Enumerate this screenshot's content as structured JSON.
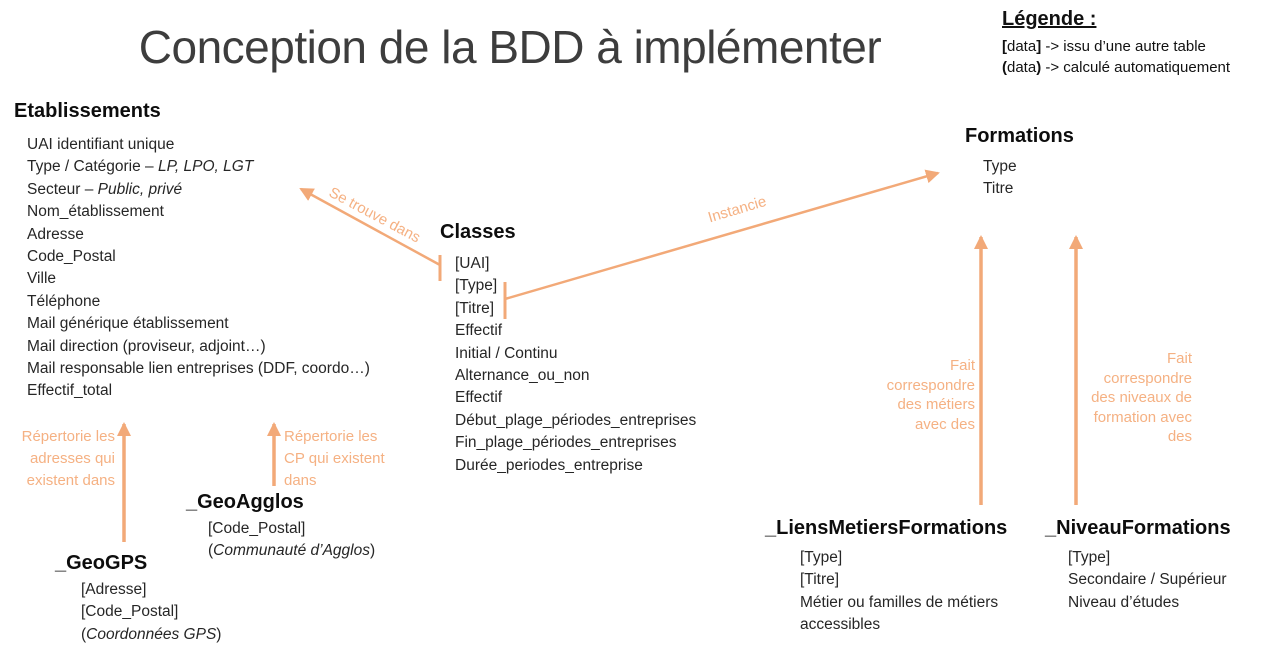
{
  "page_title": "Conception de la BDD à implémenter",
  "colors": {
    "arrow": "#f2a978",
    "arrow_label": "#f5b183",
    "title_text": "#3d3d3d",
    "body_text": "#262626"
  },
  "legend": {
    "title": "Légende :",
    "items": [
      {
        "segments": [
          {
            "text": "[",
            "bold": true
          },
          {
            "text": "data"
          },
          {
            "text": "]",
            "bold": true
          },
          {
            "text": " -> issu d’une autre table"
          }
        ]
      },
      {
        "segments": [
          {
            "text": "(",
            "bold": true
          },
          {
            "text": "data"
          },
          {
            "text": ")",
            "bold": true
          },
          {
            "text": " -> calculé automatiquement"
          }
        ]
      }
    ]
  },
  "entities": {
    "etablissements": {
      "title": "Etablissements",
      "fields": [
        [
          {
            "text": "UAI identifiant unique"
          }
        ],
        [
          {
            "text": "Type / Catégorie – "
          },
          {
            "text": "LP, LPO, LGT",
            "italic": true
          }
        ],
        [
          {
            "text": "Secteur – "
          },
          {
            "text": "Public, privé",
            "italic": true
          }
        ],
        [
          {
            "text": "Nom_établissement"
          }
        ],
        [
          {
            "text": "Adresse"
          }
        ],
        [
          {
            "text": "Code_Postal"
          }
        ],
        [
          {
            "text": "Ville"
          }
        ],
        [
          {
            "text": "Téléphone"
          }
        ],
        [
          {
            "text": "Mail générique établissement"
          }
        ],
        [
          {
            "text": "Mail direction (proviseur, adjoint…)"
          }
        ],
        [
          {
            "text": "Mail responsable lien entreprises (DDF, coordo…)"
          }
        ],
        [
          {
            "text": "Effectif_total"
          }
        ]
      ]
    },
    "classes": {
      "title": "Classes",
      "fields": [
        [
          {
            "text": "[UAI]"
          }
        ],
        [
          {
            "text": "[Type]"
          }
        ],
        [
          {
            "text": "[Titre]"
          }
        ],
        [
          {
            "text": "Effectif"
          }
        ],
        [
          {
            "text": "Initial / Continu"
          }
        ],
        [
          {
            "text": "Alternance_ou_non"
          }
        ],
        [
          {
            "text": "Effectif"
          }
        ],
        [
          {
            "text": "Début_plage_périodes_entreprises"
          }
        ],
        [
          {
            "text": "Fin_plage_périodes_entreprises"
          }
        ],
        [
          {
            "text": "Durée_periodes_entreprise"
          }
        ]
      ]
    },
    "formations": {
      "title": "Formations",
      "fields": [
        [
          {
            "text": "Type"
          }
        ],
        [
          {
            "text": "Titre"
          }
        ]
      ]
    },
    "liens_metiers_formations": {
      "title": "_LiensMetiersFormations",
      "fields": [
        [
          {
            "text": "[Type]"
          }
        ],
        [
          {
            "text": "[Titre]"
          }
        ],
        [
          {
            "text": "Métier ou familles de métiers accessibles"
          }
        ]
      ]
    },
    "niveau_formations": {
      "title": "_NiveauFormations",
      "fields": [
        [
          {
            "text": "[Type]"
          }
        ],
        [
          {
            "text": "Secondaire / Supérieur"
          }
        ],
        [
          {
            "text": "Niveau d’études"
          }
        ]
      ]
    },
    "geoagglos": {
      "title": "_GeoAgglos",
      "fields": [
        [
          {
            "text": "[Code_Postal]"
          }
        ],
        [
          {
            "text": "("
          },
          {
            "text": "Communauté d’Agglos",
            "italic": true
          },
          {
            "text": ")"
          }
        ]
      ]
    },
    "geogps": {
      "title": "_GeoGPS",
      "fields": [
        [
          {
            "text": "[Adresse]"
          }
        ],
        [
          {
            "text": "[Code_Postal]"
          }
        ],
        [
          {
            "text": "("
          },
          {
            "text": "Coordonnées GPS",
            "italic": true
          },
          {
            "text": ")"
          }
        ]
      ]
    }
  },
  "relations": {
    "se_trouve_dans": {
      "label": "Se trouve dans",
      "from": "Classes",
      "to": "Etablissements"
    },
    "instancie": {
      "label": "Instancie",
      "from": "Classes",
      "to": "Formations"
    },
    "repertorie_adresses": {
      "lines": [
        "Répertorie les",
        "adresses qui",
        "existent dans"
      ],
      "from": "_GeoGPS",
      "to": "Etablissements"
    },
    "repertorie_cp": {
      "lines": [
        "Répertorie les",
        "CP qui existent",
        "dans"
      ],
      "from": "_GeoAgglos",
      "to": "Etablissements"
    },
    "fait_correspondre_metiers": {
      "lines": [
        "Fait",
        "correspondre",
        "des métiers",
        "avec des"
      ],
      "from": "_LiensMetiersFormations",
      "to": "Formations"
    },
    "fait_correspondre_niveaux": {
      "lines": [
        "Fait",
        "correspondre",
        "des niveaux de",
        "formation avec",
        "des"
      ],
      "from": "_NiveauFormations",
      "to": "Formations"
    }
  }
}
